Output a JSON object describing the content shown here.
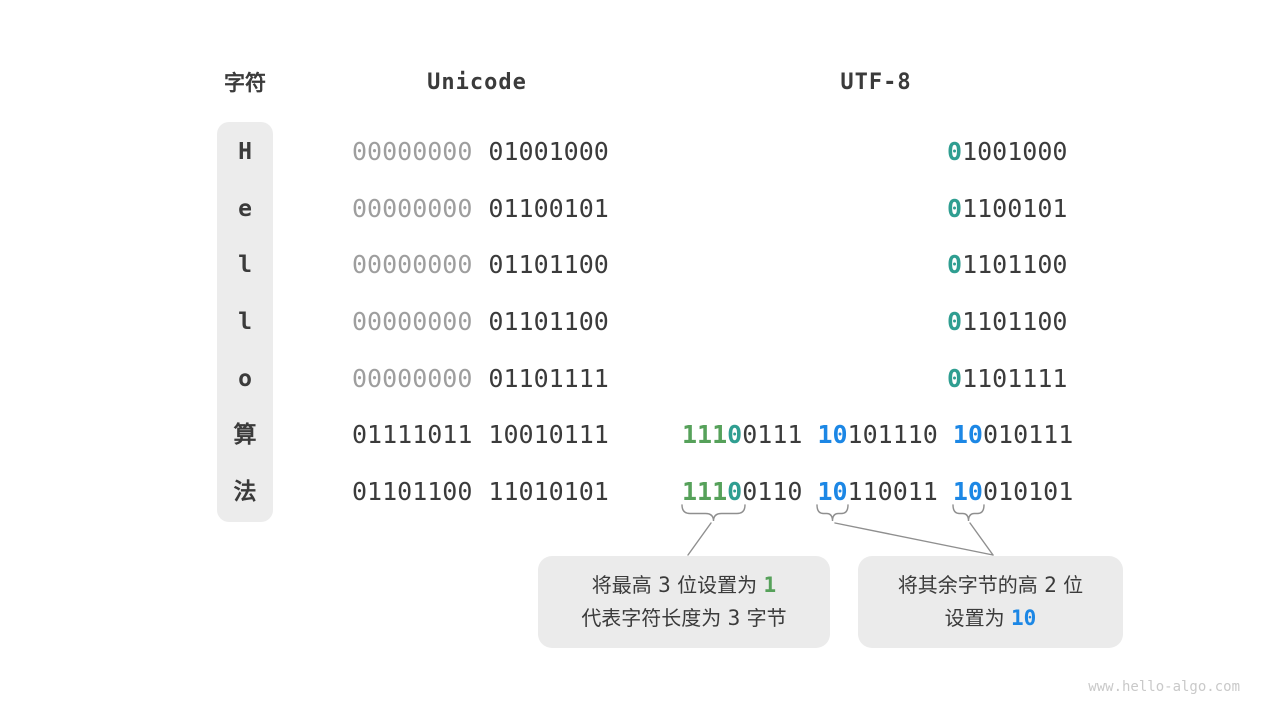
{
  "palette": {
    "dark": "#3b3b3b",
    "gray": "#9e9e9e",
    "teal": "#2f9e91",
    "green": "#56a15a",
    "blue": "#1c87e5"
  },
  "headers": {
    "char": "字符",
    "unicode": "Unicode",
    "utf8": "UTF-8"
  },
  "rows": [
    {
      "char": "H",
      "unicode": [
        [
          {
            "t": "00000000",
            "c": "gray"
          }
        ],
        [
          {
            "t": "01001000",
            "c": "dark"
          }
        ]
      ],
      "utf8": [
        [
          {
            "t": "0",
            "c": "teal"
          },
          {
            "t": "1001000",
            "c": "dark"
          }
        ]
      ]
    },
    {
      "char": "e",
      "unicode": [
        [
          {
            "t": "00000000",
            "c": "gray"
          }
        ],
        [
          {
            "t": "01100101",
            "c": "dark"
          }
        ]
      ],
      "utf8": [
        [
          {
            "t": "0",
            "c": "teal"
          },
          {
            "t": "1100101",
            "c": "dark"
          }
        ]
      ]
    },
    {
      "char": "l",
      "unicode": [
        [
          {
            "t": "00000000",
            "c": "gray"
          }
        ],
        [
          {
            "t": "01101100",
            "c": "dark"
          }
        ]
      ],
      "utf8": [
        [
          {
            "t": "0",
            "c": "teal"
          },
          {
            "t": "1101100",
            "c": "dark"
          }
        ]
      ]
    },
    {
      "char": "l",
      "unicode": [
        [
          {
            "t": "00000000",
            "c": "gray"
          }
        ],
        [
          {
            "t": "01101100",
            "c": "dark"
          }
        ]
      ],
      "utf8": [
        [
          {
            "t": "0",
            "c": "teal"
          },
          {
            "t": "1101100",
            "c": "dark"
          }
        ]
      ]
    },
    {
      "char": "o",
      "unicode": [
        [
          {
            "t": "00000000",
            "c": "gray"
          }
        ],
        [
          {
            "t": "01101111",
            "c": "dark"
          }
        ]
      ],
      "utf8": [
        [
          {
            "t": "0",
            "c": "teal"
          },
          {
            "t": "1101111",
            "c": "dark"
          }
        ]
      ]
    },
    {
      "char": "算",
      "unicode": [
        [
          {
            "t": "01111011",
            "c": "dark"
          }
        ],
        [
          {
            "t": "10010111",
            "c": "dark"
          }
        ]
      ],
      "utf8": [
        [
          {
            "t": "111",
            "c": "green"
          },
          {
            "t": "0",
            "c": "teal"
          },
          {
            "t": "0111",
            "c": "dark"
          }
        ],
        [
          {
            "t": "10",
            "c": "blue"
          },
          {
            "t": "101110",
            "c": "dark"
          }
        ],
        [
          {
            "t": "10",
            "c": "blue"
          },
          {
            "t": "010111",
            "c": "dark"
          }
        ]
      ]
    },
    {
      "char": "法",
      "unicode": [
        [
          {
            "t": "01101100",
            "c": "dark"
          }
        ],
        [
          {
            "t": "11010101",
            "c": "dark"
          }
        ]
      ],
      "utf8": [
        [
          {
            "t": "111",
            "c": "green"
          },
          {
            "t": "0",
            "c": "teal"
          },
          {
            "t": "0110",
            "c": "dark"
          }
        ],
        [
          {
            "t": "10",
            "c": "blue"
          },
          {
            "t": "110011",
            "c": "dark"
          }
        ],
        [
          {
            "t": "10",
            "c": "blue"
          },
          {
            "t": "010101",
            "c": "dark"
          }
        ]
      ]
    }
  ],
  "callouts": {
    "left": {
      "lines": [
        [
          {
            "t": "将最高 ",
            "c": "dark"
          },
          {
            "t": "3",
            "c": "dark",
            "mono": true
          },
          {
            "t": " 位设置为 ",
            "c": "dark"
          },
          {
            "t": "1",
            "c": "green",
            "mono": true,
            "bold": true
          }
        ],
        [
          {
            "t": "代表字符长度为 ",
            "c": "dark"
          },
          {
            "t": "3",
            "c": "dark",
            "mono": true
          },
          {
            "t": " 字节",
            "c": "dark"
          }
        ]
      ]
    },
    "right": {
      "lines": [
        [
          {
            "t": "将其余字节的高 ",
            "c": "dark"
          },
          {
            "t": "2",
            "c": "dark",
            "mono": true
          },
          {
            "t": " 位",
            "c": "dark"
          }
        ],
        [
          {
            "t": "设置为 ",
            "c": "dark"
          },
          {
            "t": "10",
            "c": "blue",
            "mono": true,
            "bold": true
          }
        ]
      ]
    }
  },
  "watermark": "www.hello-algo.com"
}
